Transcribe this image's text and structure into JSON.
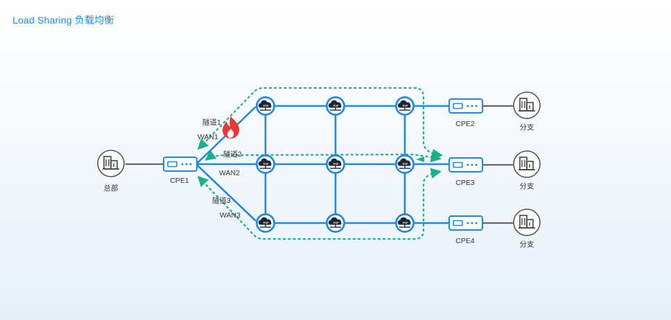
{
  "title": "Load Sharing 负载均衡",
  "nodes": {
    "hq": "总部",
    "cpe1": "CPE1",
    "cpe2": "CPE2",
    "cpe3": "CPE3",
    "cpe4": "CPE4",
    "branch": "分支"
  },
  "links": {
    "tunnel1": "隧道1",
    "tunnel2": "隧道2",
    "tunnel3": "隧道3",
    "wan1": "WAN1",
    "wan2": "WAN2",
    "wan3": "WAN3"
  },
  "pop_label": "POP",
  "colors": {
    "link_blue": "#1e88e5",
    "tunnel_green": "#19b08a",
    "wired_gray": "#666666",
    "fire": "#e53935"
  }
}
